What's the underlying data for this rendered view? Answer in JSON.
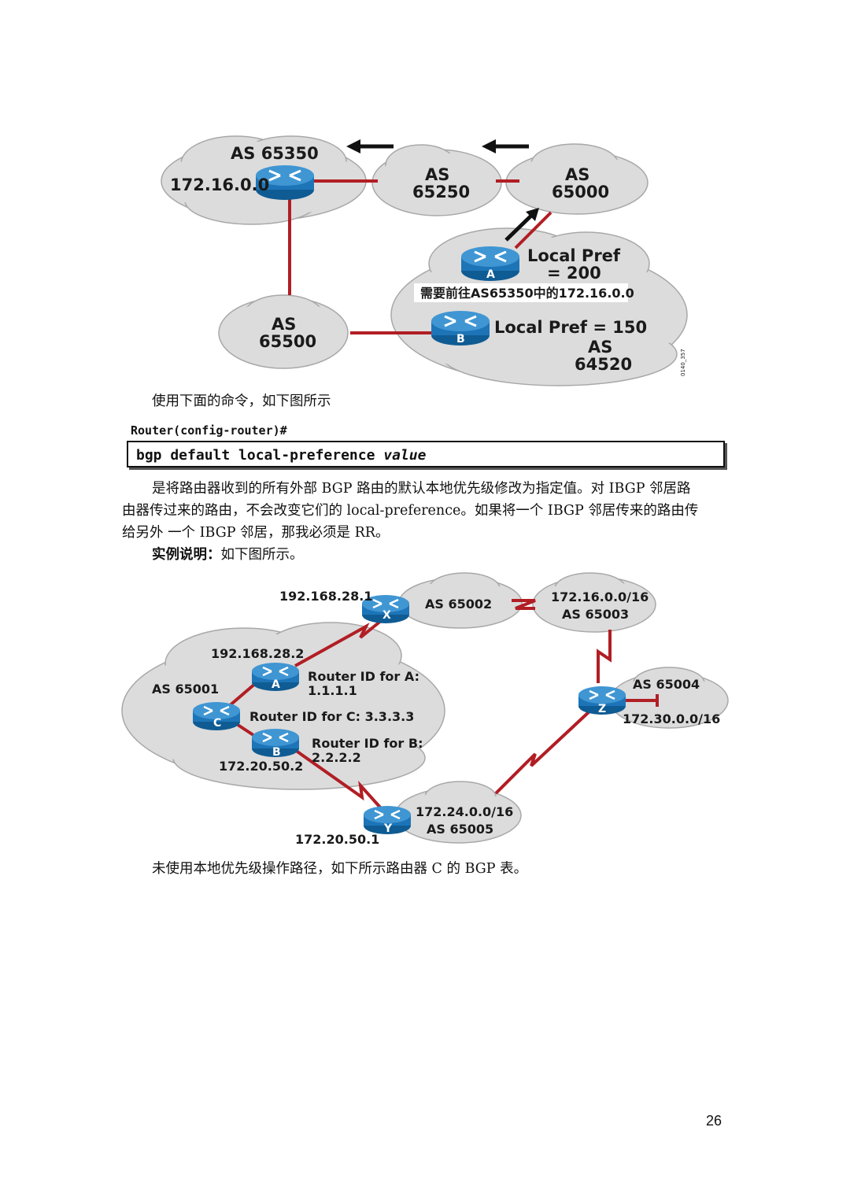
{
  "fig1": {
    "as_65350": "AS 65350",
    "net_65350": "172.16.0.0",
    "as_65250_a": "AS",
    "as_65250_b": "65250",
    "as_65000_a": "AS",
    "as_65000_b": "65000",
    "as_65500_a": "AS",
    "as_65500_b": "65500",
    "router_a_label": "A",
    "router_b_label": "B",
    "local_pref_a_1": "Local Pref",
    "local_pref_a_2": "= 200",
    "local_pref_b": "Local Pref = 150",
    "as_64520_a": "AS",
    "as_64520_b": "64520",
    "note": "需要前往AS65350中的172.16.0.0",
    "code": "0140_357"
  },
  "text": {
    "caption1": "使用下面的命令，如下图所示",
    "prompt": "Router(config-router)#",
    "cmd": "bgp default local-preference ",
    "cmd_arg": "value",
    "para1_line1": "是将路由器收到的所有外部 BGP 路由的默认本地优先级修改为指定值。对 IBGP 邻居路",
    "para1_line2": "由器传过来的路由，不会改变它们的 local-preference。如果将一个 IBGP 邻居传来的路由传",
    "para1_line3": "给另外 一个 IBGP 邻居，那我必须是 RR。",
    "example_bold": "实例说明：",
    "example_rest": "如下图所示。",
    "caption2": "未使用本地优先级操作路径，如下所示路由器 C 的 BGP 表。",
    "page_number": "26"
  },
  "fig2": {
    "ip_x": "192.168.28.1",
    "as_65002": "AS 65002",
    "net_65003": "172.16.0.0/16",
    "as_65003": "AS 65003",
    "ip_a": "192.168.28.2",
    "as_65001": "AS 65001",
    "rid_a_1": "Router ID for A:",
    "rid_a_2": "1.1.1.1",
    "rid_c": "Router ID for C: 3.3.3.3",
    "rid_b_1": "Router ID for B:",
    "rid_b_2": "2.2.2.2",
    "ip_b": "172.20.50.2",
    "as_65004": "AS 65004",
    "net_65004": "172.30.0.0/16",
    "net_65005": "172.24.0.0/16",
    "as_65005": "AS 65005",
    "ip_y": "172.20.50.1",
    "label_x": "X",
    "label_a": "A",
    "label_c": "C",
    "label_b": "B",
    "label_y": "Y",
    "label_z": "Z"
  }
}
